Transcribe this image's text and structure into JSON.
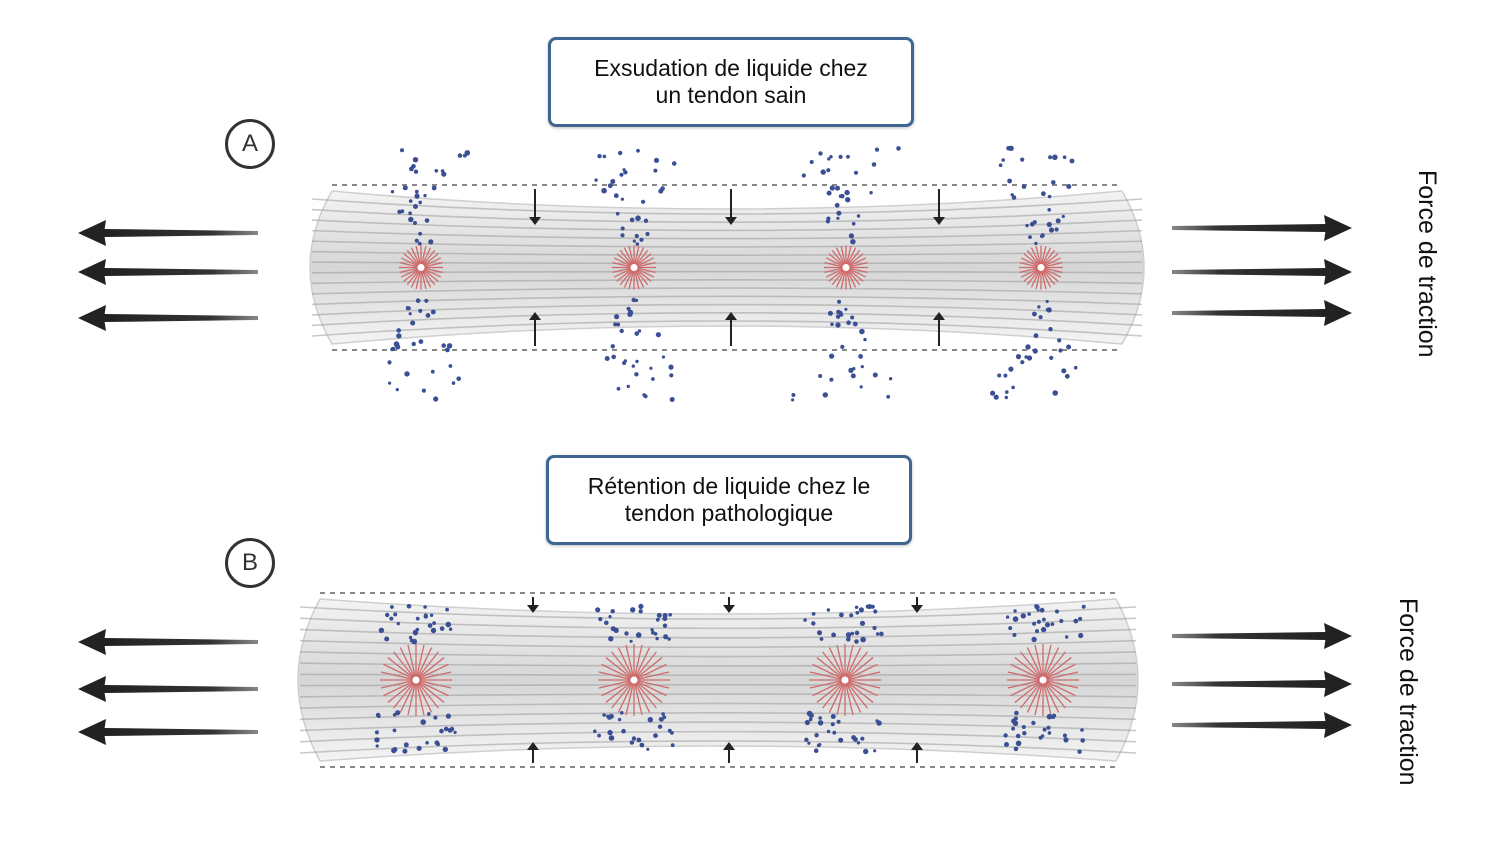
{
  "panel_a": {
    "label": "A",
    "caption_line1": "Exsudation de liquide chez",
    "caption_line2": "un tendon sain",
    "force_label": "Force de traction"
  },
  "panel_b": {
    "label": "B",
    "caption_line1": "Rétention de liquide chez le",
    "caption_line2": "tendon pathologique",
    "force_label": "Force de traction"
  },
  "colors": {
    "box_border": "#3f6690",
    "fluid_dots": "#3a4f94",
    "cell_rays": "#d06a6a",
    "tendon_fill": "#e2e2e2",
    "fiber": "#9a9a9a",
    "arrow": "#222222"
  },
  "icons": [
    "left-arrow-icon",
    "right-arrow-icon",
    "compression-arrow-icon",
    "cell-starburst-icon",
    "fluid-dot-icon"
  ]
}
